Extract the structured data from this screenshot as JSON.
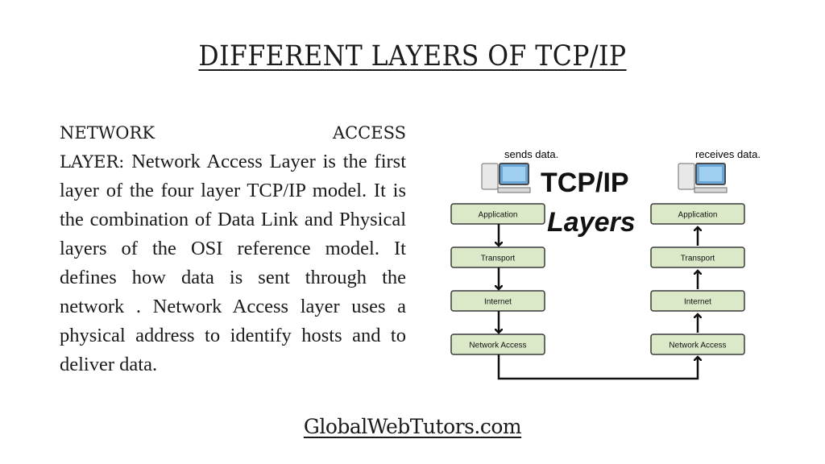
{
  "title": "DIFFERENT LAYERS OF TCP/IP",
  "body": {
    "label_part1": "NETWORK",
    "label_part2": "ACCESS",
    "label_part3": "LAYER:",
    "text_first_line": "Network Access Layer is",
    "text_rest": "the first layer of the four layer TCP/IP model. It is the combination of Data Link and Physical layers of the OSI reference model. It defines how data is sent through the network . Network Access layer uses a physical address to identify hosts and to deliver data."
  },
  "diagram": {
    "sends_caption": "sends data.",
    "receives_caption": "receives data.",
    "heading_line1": "TCP/IP",
    "heading_line2": "Layers",
    "left_layers": [
      "Application",
      "Transport",
      "Internet",
      "Network Access"
    ],
    "right_layers": [
      "Application",
      "Transport",
      "Internet",
      "Network Access"
    ],
    "box_color": "#dbe9c8",
    "icons": [
      "computer-icon",
      "computer-icon"
    ]
  },
  "footer": "GlobalWebTutors.com"
}
